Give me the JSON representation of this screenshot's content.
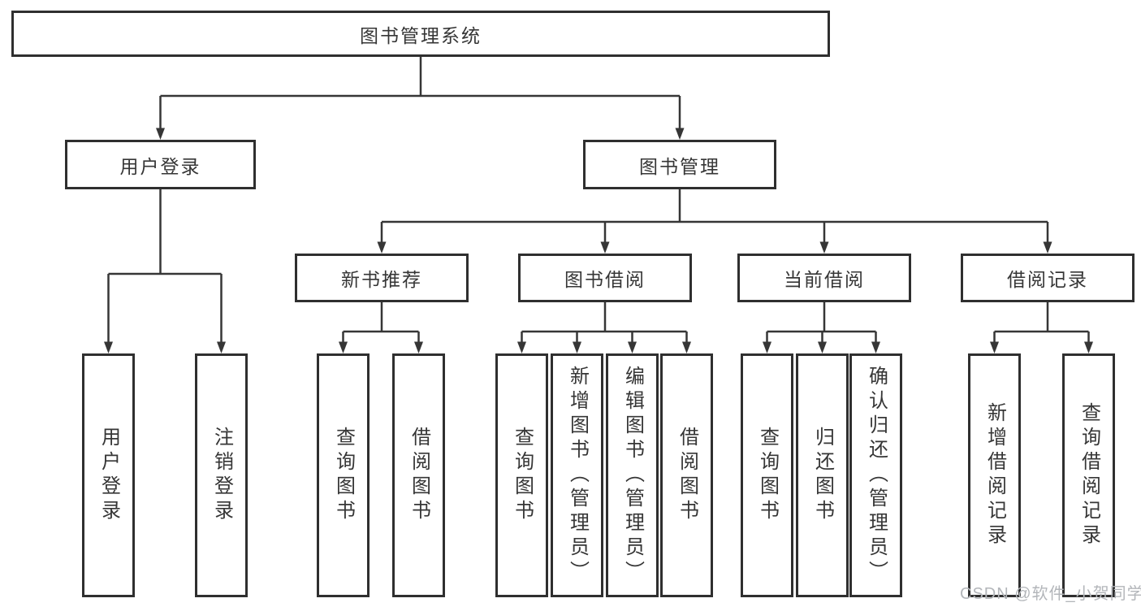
{
  "diagram": {
    "root": {
      "label": "图书管理系统",
      "children": [
        {
          "label": "用户登录",
          "children": [
            {
              "label": "用户登录"
            },
            {
              "label": "注销登录"
            }
          ]
        },
        {
          "label": "图书管理",
          "children": [
            {
              "label": "新书推荐",
              "children": [
                {
                  "label": "查询图书"
                },
                {
                  "label": "借阅图书"
                }
              ]
            },
            {
              "label": "图书借阅",
              "children": [
                {
                  "label": "查询图书"
                },
                {
                  "label": "新增图书（管理员）"
                },
                {
                  "label": "编辑图书（管理员）"
                },
                {
                  "label": "借阅图书"
                }
              ]
            },
            {
              "label": "当前借阅",
              "children": [
                {
                  "label": "查询图书"
                },
                {
                  "label": "归还图书"
                },
                {
                  "label": "确认归还（管理员）"
                }
              ]
            },
            {
              "label": "借阅记录",
              "children": [
                {
                  "label": "新增借阅记录"
                },
                {
                  "label": "查询借阅记录"
                }
              ]
            }
          ]
        }
      ]
    }
  },
  "watermark": {
    "text": "CSDN @软件_小贺同学"
  },
  "colors": {
    "line": "#363636",
    "box_border": "#2f2f2f",
    "background": "#ffffff",
    "watermark_text": "#b3b6ba"
  }
}
